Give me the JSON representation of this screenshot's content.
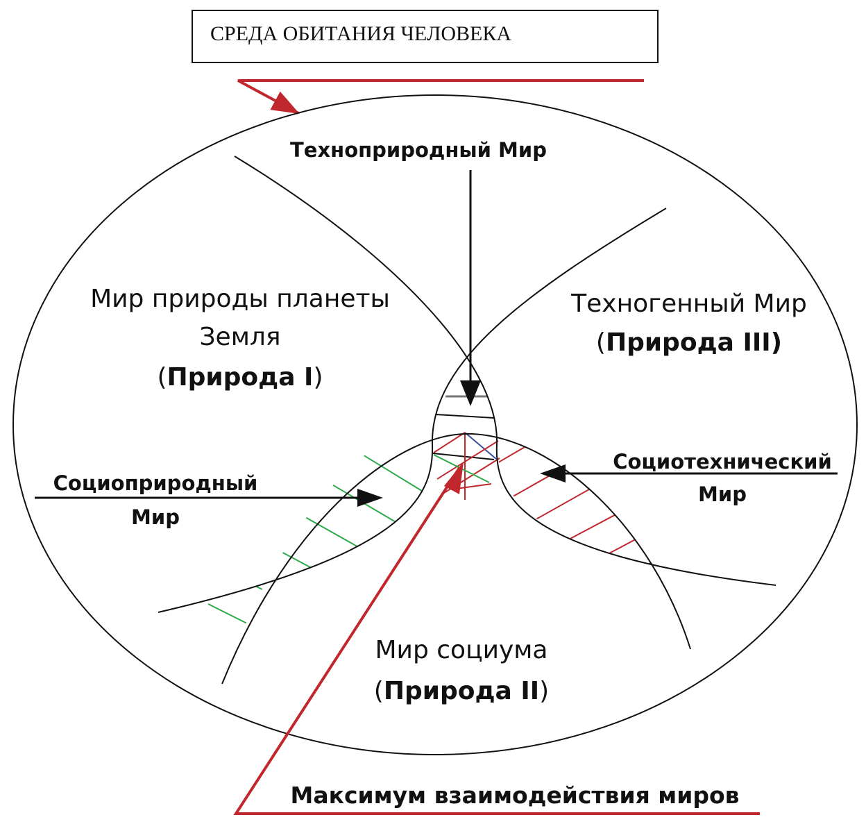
{
  "title": "СРЕДА ОБИТАНИЯ  ЧЕЛОВЕКА",
  "labels": {
    "technonatural": "Техноприродный Мир",
    "nature_line1": "Мир природы планеты",
    "nature_line2": "Земля",
    "nature_open": "(",
    "nature_bold": "Природа I",
    "nature_close": ")",
    "techno_line1": "Техногенный Мир",
    "techno_open": "(",
    "techno_bold": "Природа III)",
    "sociotech_line1": "Социотехнический",
    "sociotech_line2": "Мир",
    "socionatural_line1": "Социоприродный",
    "socionatural_line2": "Мир",
    "society_line1": "Мир социума",
    "society_open": "(",
    "society_bold": "Природа II",
    "society_close": ")",
    "maximum": "Максимум взаимодействия миров"
  },
  "colors": {
    "red": "#c0282d",
    "green": "#2daa4a",
    "blue": "#3a4f9a",
    "black": "#111111"
  }
}
